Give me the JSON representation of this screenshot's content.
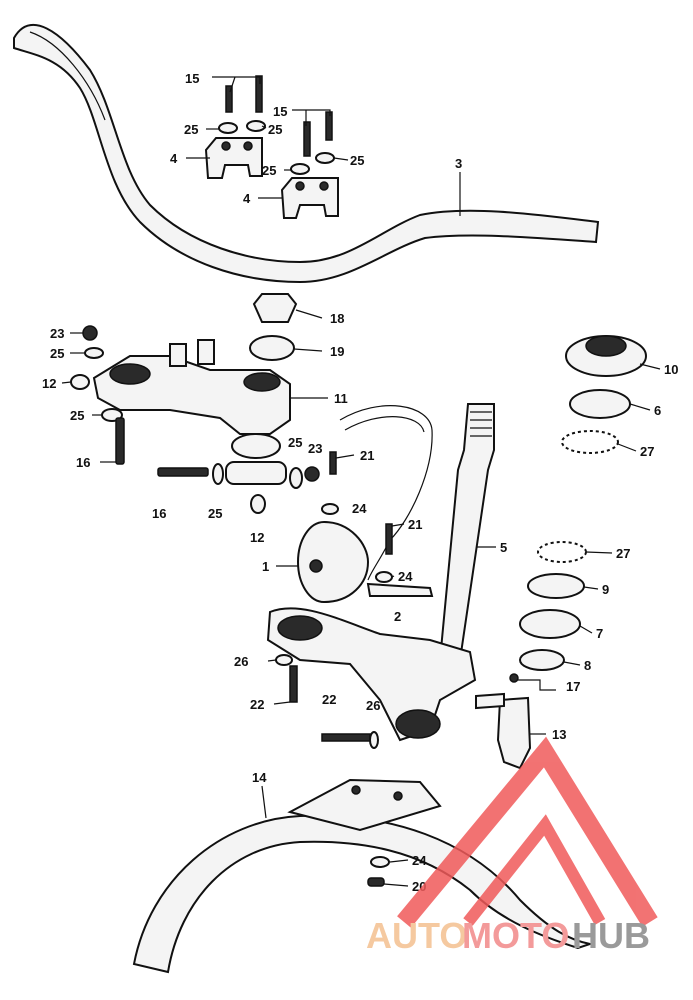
{
  "callouts": [
    {
      "id": "c3",
      "text": "3"
    },
    {
      "id": "c15a",
      "text": "15"
    },
    {
      "id": "c15b",
      "text": "15"
    },
    {
      "id": "c25a",
      "text": "25"
    },
    {
      "id": "c25b",
      "text": "25"
    },
    {
      "id": "c25c",
      "text": "25"
    },
    {
      "id": "c25d",
      "text": "25"
    },
    {
      "id": "c4a",
      "text": "4"
    },
    {
      "id": "c4b",
      "text": "4"
    },
    {
      "id": "c18",
      "text": "18"
    },
    {
      "id": "c19",
      "text": "19"
    },
    {
      "id": "c10",
      "text": "10"
    },
    {
      "id": "c6",
      "text": "6"
    },
    {
      "id": "c27a",
      "text": "27"
    },
    {
      "id": "c23a",
      "text": "23"
    },
    {
      "id": "c25e",
      "text": "25"
    },
    {
      "id": "c12a",
      "text": "12"
    },
    {
      "id": "c11",
      "text": "11"
    },
    {
      "id": "c25f",
      "text": "25"
    },
    {
      "id": "c16a",
      "text": "16"
    },
    {
      "id": "c25g",
      "text": "25"
    },
    {
      "id": "c23b",
      "text": "23"
    },
    {
      "id": "c21a",
      "text": "21"
    },
    {
      "id": "c16b",
      "text": "16"
    },
    {
      "id": "c25h",
      "text": "25"
    },
    {
      "id": "c12b",
      "text": "12"
    },
    {
      "id": "c24a",
      "text": "24"
    },
    {
      "id": "c21b",
      "text": "21"
    },
    {
      "id": "c5",
      "text": "5"
    },
    {
      "id": "c27b",
      "text": "27"
    },
    {
      "id": "c1",
      "text": "1"
    },
    {
      "id": "c24b",
      "text": "24"
    },
    {
      "id": "c2",
      "text": "2"
    },
    {
      "id": "c9",
      "text": "9"
    },
    {
      "id": "c7",
      "text": "7"
    },
    {
      "id": "c8",
      "text": "8"
    },
    {
      "id": "c26a",
      "text": "26"
    },
    {
      "id": "c17",
      "text": "17"
    },
    {
      "id": "c22a",
      "text": "22"
    },
    {
      "id": "c22b",
      "text": "22"
    },
    {
      "id": "c26b",
      "text": "26"
    },
    {
      "id": "c13",
      "text": "13"
    },
    {
      "id": "c14",
      "text": "14"
    },
    {
      "id": "c24c",
      "text": "24"
    },
    {
      "id": "c20",
      "text": "20"
    }
  ],
  "watermark": {
    "part1": "AUTO",
    "part2": "MOTO",
    "part3": "HUB",
    "color1": "#f5c9a0",
    "color2": "#f39a9a",
    "color3": "#9a9a9a",
    "logo_color": "#f05a5a"
  }
}
